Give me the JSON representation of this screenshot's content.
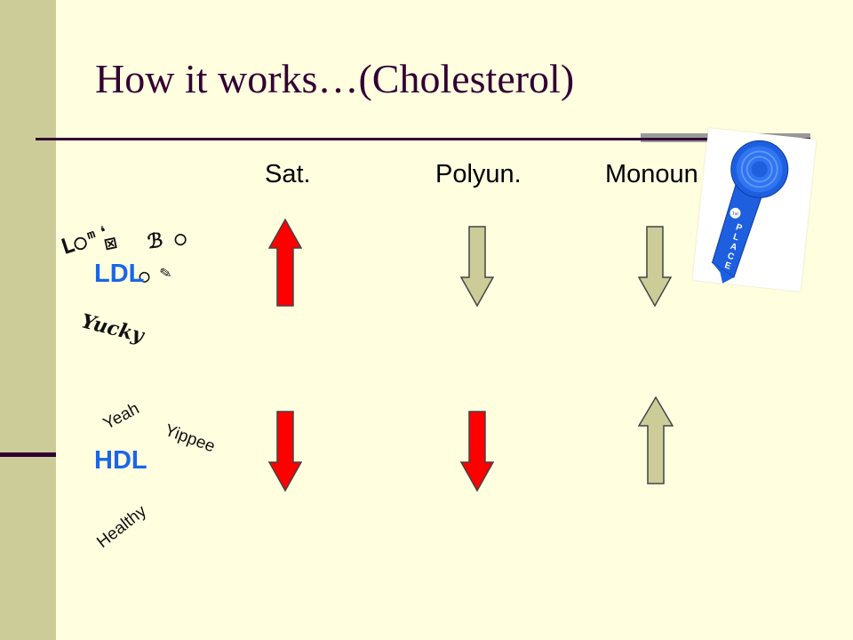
{
  "slide": {
    "title": "How it works…(Cholesterol)"
  },
  "columns": {
    "sat": "Sat.",
    "polyun": "Polyun.",
    "monoun": "Monoun"
  },
  "rows": {
    "ldl": "LDL",
    "hdl": "HDL"
  },
  "annotations": {
    "yucky": "Yucky",
    "yeah": "Yeah",
    "yippee": "Yippee",
    "healthy": "Healthy",
    "ribbon_place": "1st PLACE"
  },
  "arrows": {
    "ldl": [
      {
        "column": "Sat.",
        "direction": "up",
        "color": "#FF0000"
      },
      {
        "column": "Polyun.",
        "direction": "down",
        "color": "#CCCC99"
      },
      {
        "column": "Monoun",
        "direction": "down",
        "color": "#CCCC99"
      }
    ],
    "hdl": [
      {
        "column": "Sat.",
        "direction": "down",
        "color": "#FF0000"
      },
      {
        "column": "Polyun.",
        "direction": "down",
        "color": "#FF0000"
      },
      {
        "column": "Monoun",
        "direction": "up",
        "color": "#CCCC99"
      }
    ]
  },
  "colors": {
    "background": "#FFFFE0",
    "sidebar": "#CCCC99",
    "title": "#330033",
    "row_label": "#1A66E6",
    "ribbon": "#1E5FE0"
  }
}
